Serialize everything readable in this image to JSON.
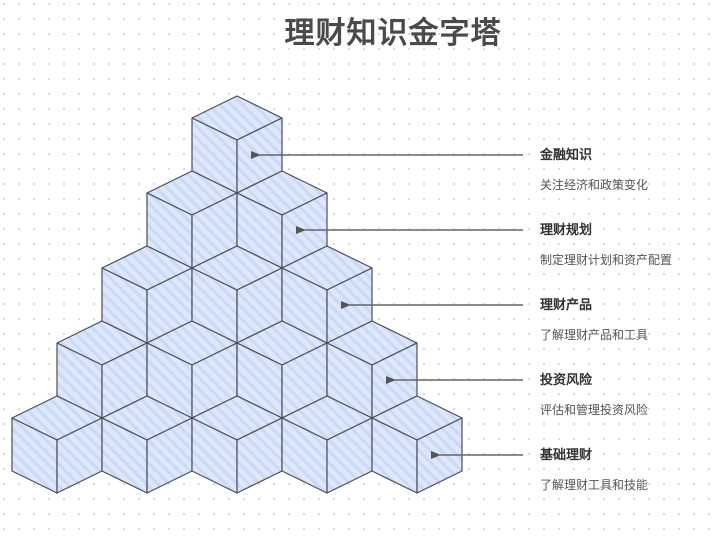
{
  "title": "理财知识金字塔",
  "colors": {
    "cube_fill": "#dce7fc",
    "cube_stripe": "#c9d8f5",
    "cube_stroke": "#4d4d55",
    "arrow": "#666666",
    "title": "#4a4a4a"
  },
  "levels": [
    {
      "name": "金融知识",
      "desc": "关注经济和政策变化"
    },
    {
      "name": "理财规划",
      "desc": "制定理财计划和资产配置"
    },
    {
      "name": "理财产品",
      "desc": "了解理财产品和工具"
    },
    {
      "name": "投资风险",
      "desc": "评估和管理投资风险"
    },
    {
      "name": "基础理财",
      "desc": "了解理财工具和技能"
    }
  ]
}
